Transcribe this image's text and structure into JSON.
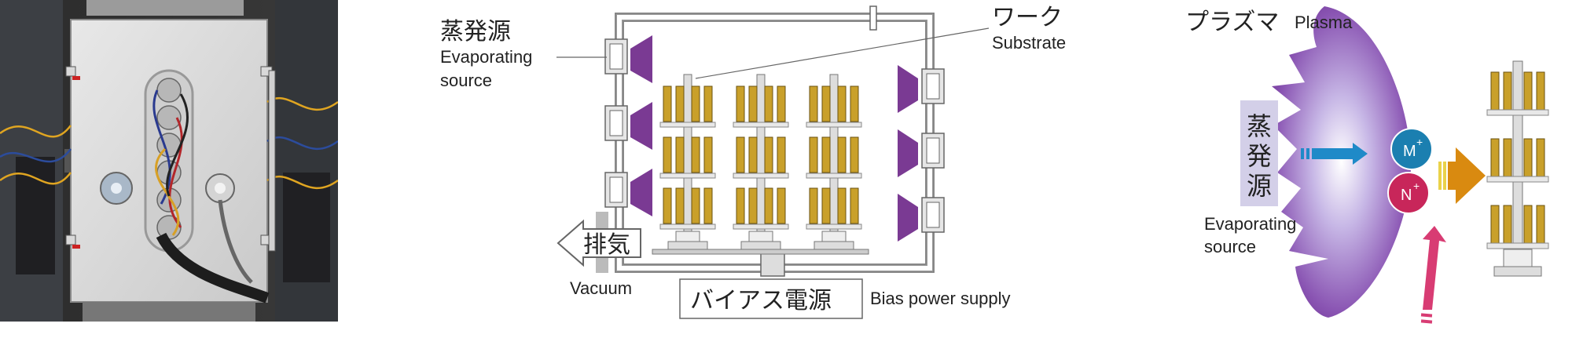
{
  "chamber": {
    "evaporating_source_jp": "蒸発源",
    "evaporating_source_en_1": "Evaporating",
    "evaporating_source_en_2": "source",
    "work_jp": "ワーク",
    "substrate_en": "Substrate",
    "exhaust_jp": "排気",
    "vacuum_en": "Vacuum",
    "bias_jp": "バイアス電源",
    "bias_en": "Bias power supply"
  },
  "plasma": {
    "plasma_jp": "プラズマ",
    "plasma_en": "Plasma",
    "source_jp_1": "蒸",
    "source_jp_2": "発",
    "source_jp_3": "源",
    "source_en_1": "Evaporating",
    "source_en_2": "source",
    "ion_m": "M",
    "ion_n": "N",
    "ion_charge": "+"
  },
  "colors": {
    "purple": "#7a3a93",
    "gold": "#c9a02a",
    "steel": "#9a9a9a",
    "ion_m": "#1b7fb0",
    "ion_n": "#c8265a",
    "arrow_orange": "#d98a10",
    "arrow_blue": "#1f8ac8",
    "arrow_pink": "#d83c73"
  }
}
